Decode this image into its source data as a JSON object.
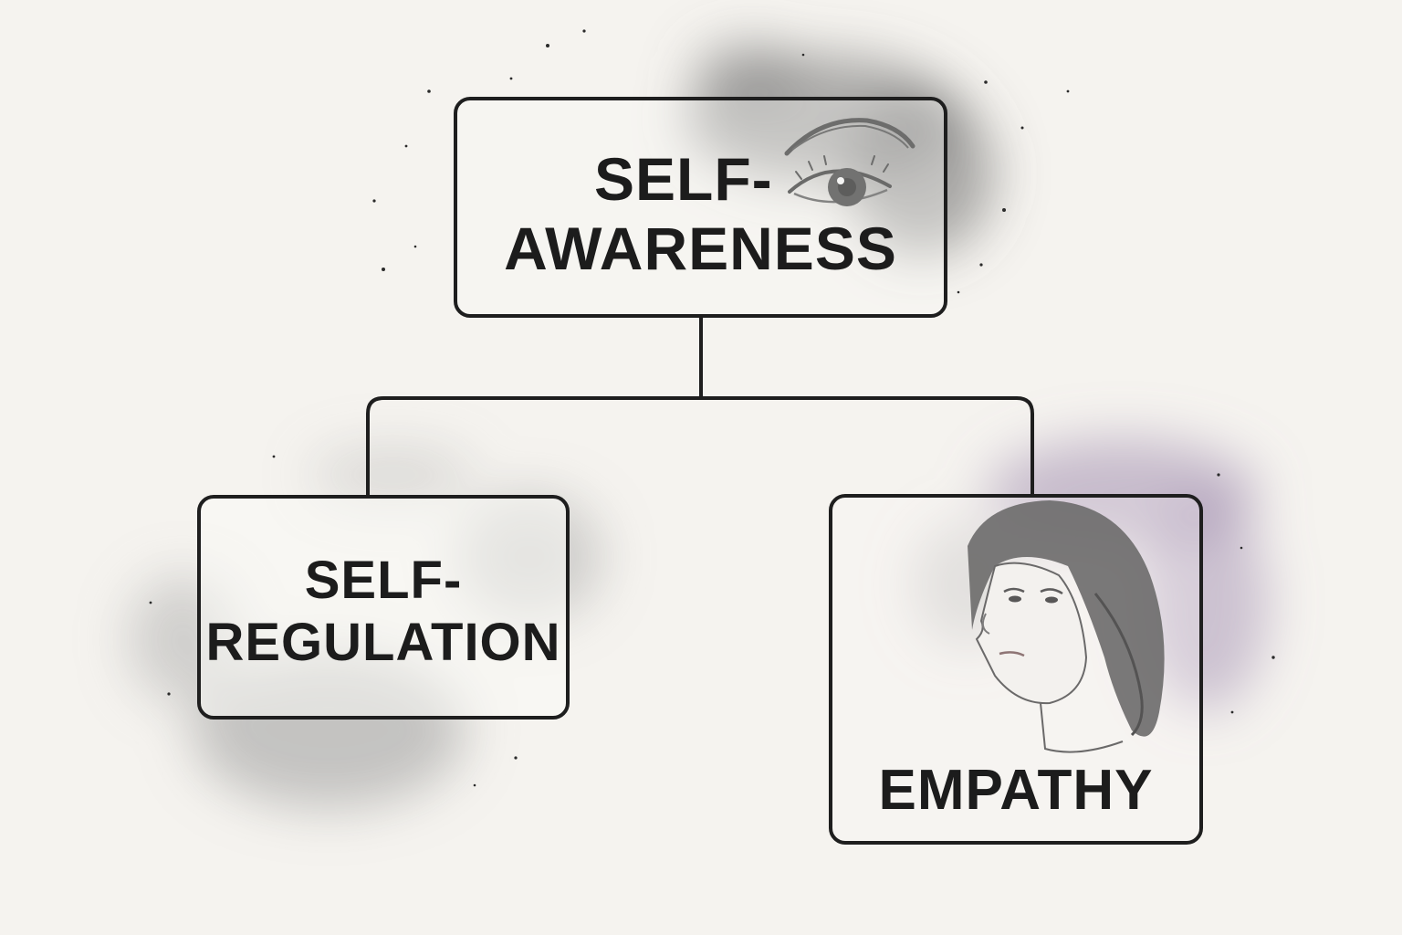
{
  "diagram": {
    "nodes": {
      "self_awareness": {
        "line1": "SELF-",
        "line2": "AWARENESS",
        "illustration": "eye-icon"
      },
      "self_regulation": {
        "line1": "SELF-",
        "line2": "REGULATION"
      },
      "empathy": {
        "label": "EMPATHY",
        "illustration": "woman-portrait-icon"
      }
    },
    "edges": [
      {
        "from": "SELF-AWARENESS",
        "to": "SELF-REGULATION"
      },
      {
        "from": "SELF-AWARENESS",
        "to": "EMPATHY"
      }
    ],
    "colors": {
      "background": "#f5f3ef",
      "ink": "#1e1e1e",
      "wash_gray": "#8a8a8a",
      "wash_purple": "#9a86aa"
    }
  }
}
